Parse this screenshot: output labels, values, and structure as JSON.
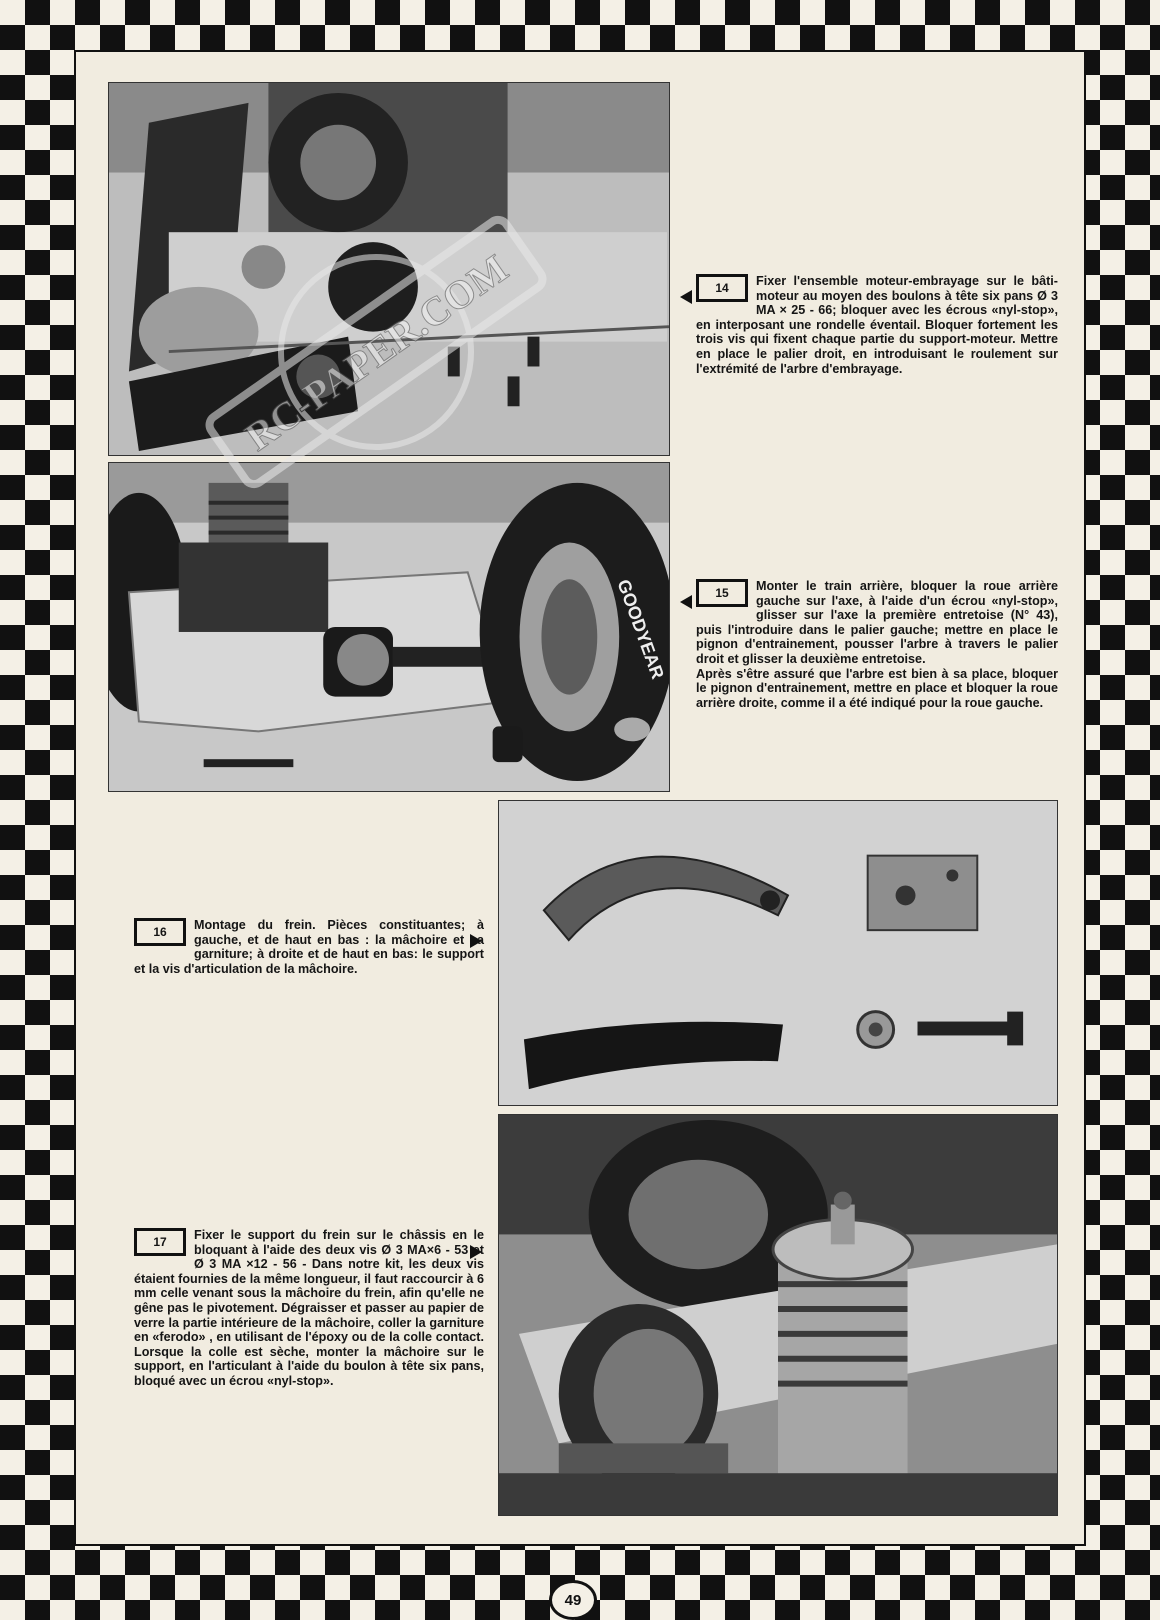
{
  "steps": [
    {
      "number": "14",
      "paragraphs": [
        "Fixer l'ensemble moteur-embrayage sur le bâti-moteur au moyen des boulons à tête six pans Ø 3 MA × 25 - 66; bloquer avec les écrous «nyl-stop», en interposant une rondelle éventail. Bloquer fortement les trois vis qui fixent chaque partie du support-moteur. Mettre en place le palier droit, en introduisant le roulement sur l'extrémité de l'arbre d'embrayage."
      ]
    },
    {
      "number": "15",
      "paragraphs": [
        "Monter le train arrière, bloquer la roue arrière gauche sur l'axe, à l'aide d'un écrou «nyl-stop», glisser sur l'axe la première entretoise (N° 43), puis l'introduire dans le palier gauche; mettre en place le pignon d'entrainement, pousser l'arbre à travers le palier droit et glisser la deuxième entretoise.",
        "Après s'être assuré que l'arbre est bien à sa place, bloquer le pignon d'entrainement, mettre en place et bloquer la roue arrière droite, comme il a été indiqué pour la roue gauche."
      ]
    },
    {
      "number": "16",
      "paragraphs": [
        "Montage du frein. Pièces constituantes; à gauche, et de haut en bas : la mâchoire et sa garniture; à droite et de haut en bas: le support et la vis d'articulation de la mâchoire."
      ]
    },
    {
      "number": "17",
      "paragraphs": [
        "Fixer le support du frein sur le châssis en le bloquant à l'aide des deux vis Ø 3 MA×6 - 53 et Ø 3 MA ×12 - 56 - Dans notre kit, les deux vis étaient fournies de la même longueur, il faut raccourcir à 6 mm celle venant sous la mâchoire du frein, afin qu'elle ne gêne pas le pivotement. Dégraisser et passer au papier de verre la partie intérieure de la mâchoire, coller la garniture en «ferodo» , en utilisant de l'époxy ou de la colle contact. Lorsque la colle est sèche, monter la mâchoire sur le support, en l'articulant à l'aide du boulon à tête six pans, bloqué avec un écrou «nyl-stop»."
      ]
    }
  ],
  "photo_text": {
    "tire_brand": "GOODYEAR"
  },
  "watermark": {
    "text": "RC-PAPER.COM"
  },
  "page_number": "49"
}
